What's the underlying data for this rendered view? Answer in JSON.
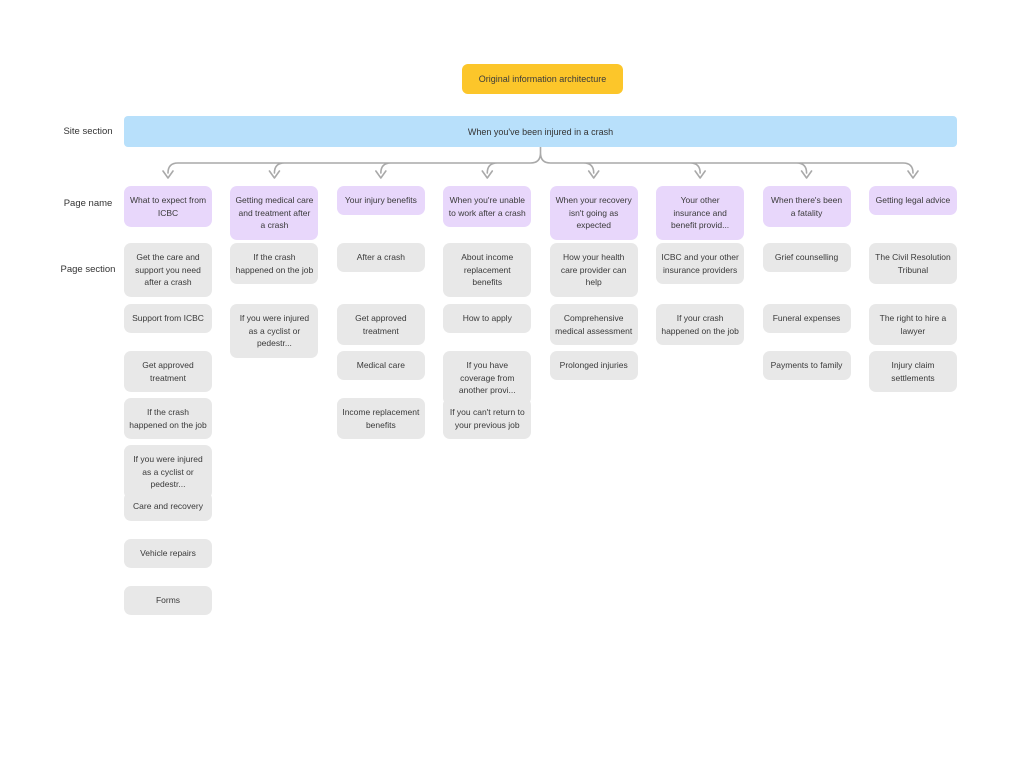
{
  "title": "Original information architecture",
  "row_labels": [
    "Site section",
    "Page name",
    "Page section"
  ],
  "site_section": "When you've been injured in a crash",
  "colors": {
    "yellow": "#fcc62a",
    "blue": "#b8e0fb",
    "purple": "#e8d7fb",
    "gray": "#e8e8e8",
    "arrow": "#a9a9a9"
  },
  "columns": [
    {
      "page_name": "What to expect from ICBC",
      "sections": [
        "Get the care and support you need after a crash",
        "Support from ICBC",
        "Get approved treatment",
        "If the crash happened on the job",
        "If you were injured as a cyclist or pedestr...",
        "Care and recovery",
        "Vehicle repairs",
        "Forms"
      ]
    },
    {
      "page_name": "Getting medical care and treatment after a crash",
      "sections": [
        "If the crash happened on the job",
        "If you were injured as a cyclist or pedestr..."
      ]
    },
    {
      "page_name": "Your injury benefits",
      "sections": [
        "After a crash",
        "Get approved treatment",
        "Medical care",
        "Income replacement benefits"
      ]
    },
    {
      "page_name": "When you're unable to work after a crash",
      "sections": [
        "About income replacement benefits",
        "How to apply",
        "If you have coverage from another provi...",
        "If you can't return to your previous job"
      ]
    },
    {
      "page_name": "When your recovery isn't going as expected",
      "sections": [
        "How your health care provider can help",
        "Comprehensive medical assessment",
        "Prolonged injuries"
      ]
    },
    {
      "page_name": "Your other insurance and benefit provid...",
      "sections": [
        "ICBC and your other insurance providers",
        "If your crash happened on the job"
      ]
    },
    {
      "page_name": "When there's been a fatality",
      "sections": [
        "Grief counselling",
        "Funeral expenses",
        "Payments to family"
      ]
    },
    {
      "page_name": "Getting legal advice",
      "sections": [
        "The Civil Resolution Tribunal",
        "The right to hire a lawyer",
        "Injury claim settlements"
      ]
    }
  ]
}
